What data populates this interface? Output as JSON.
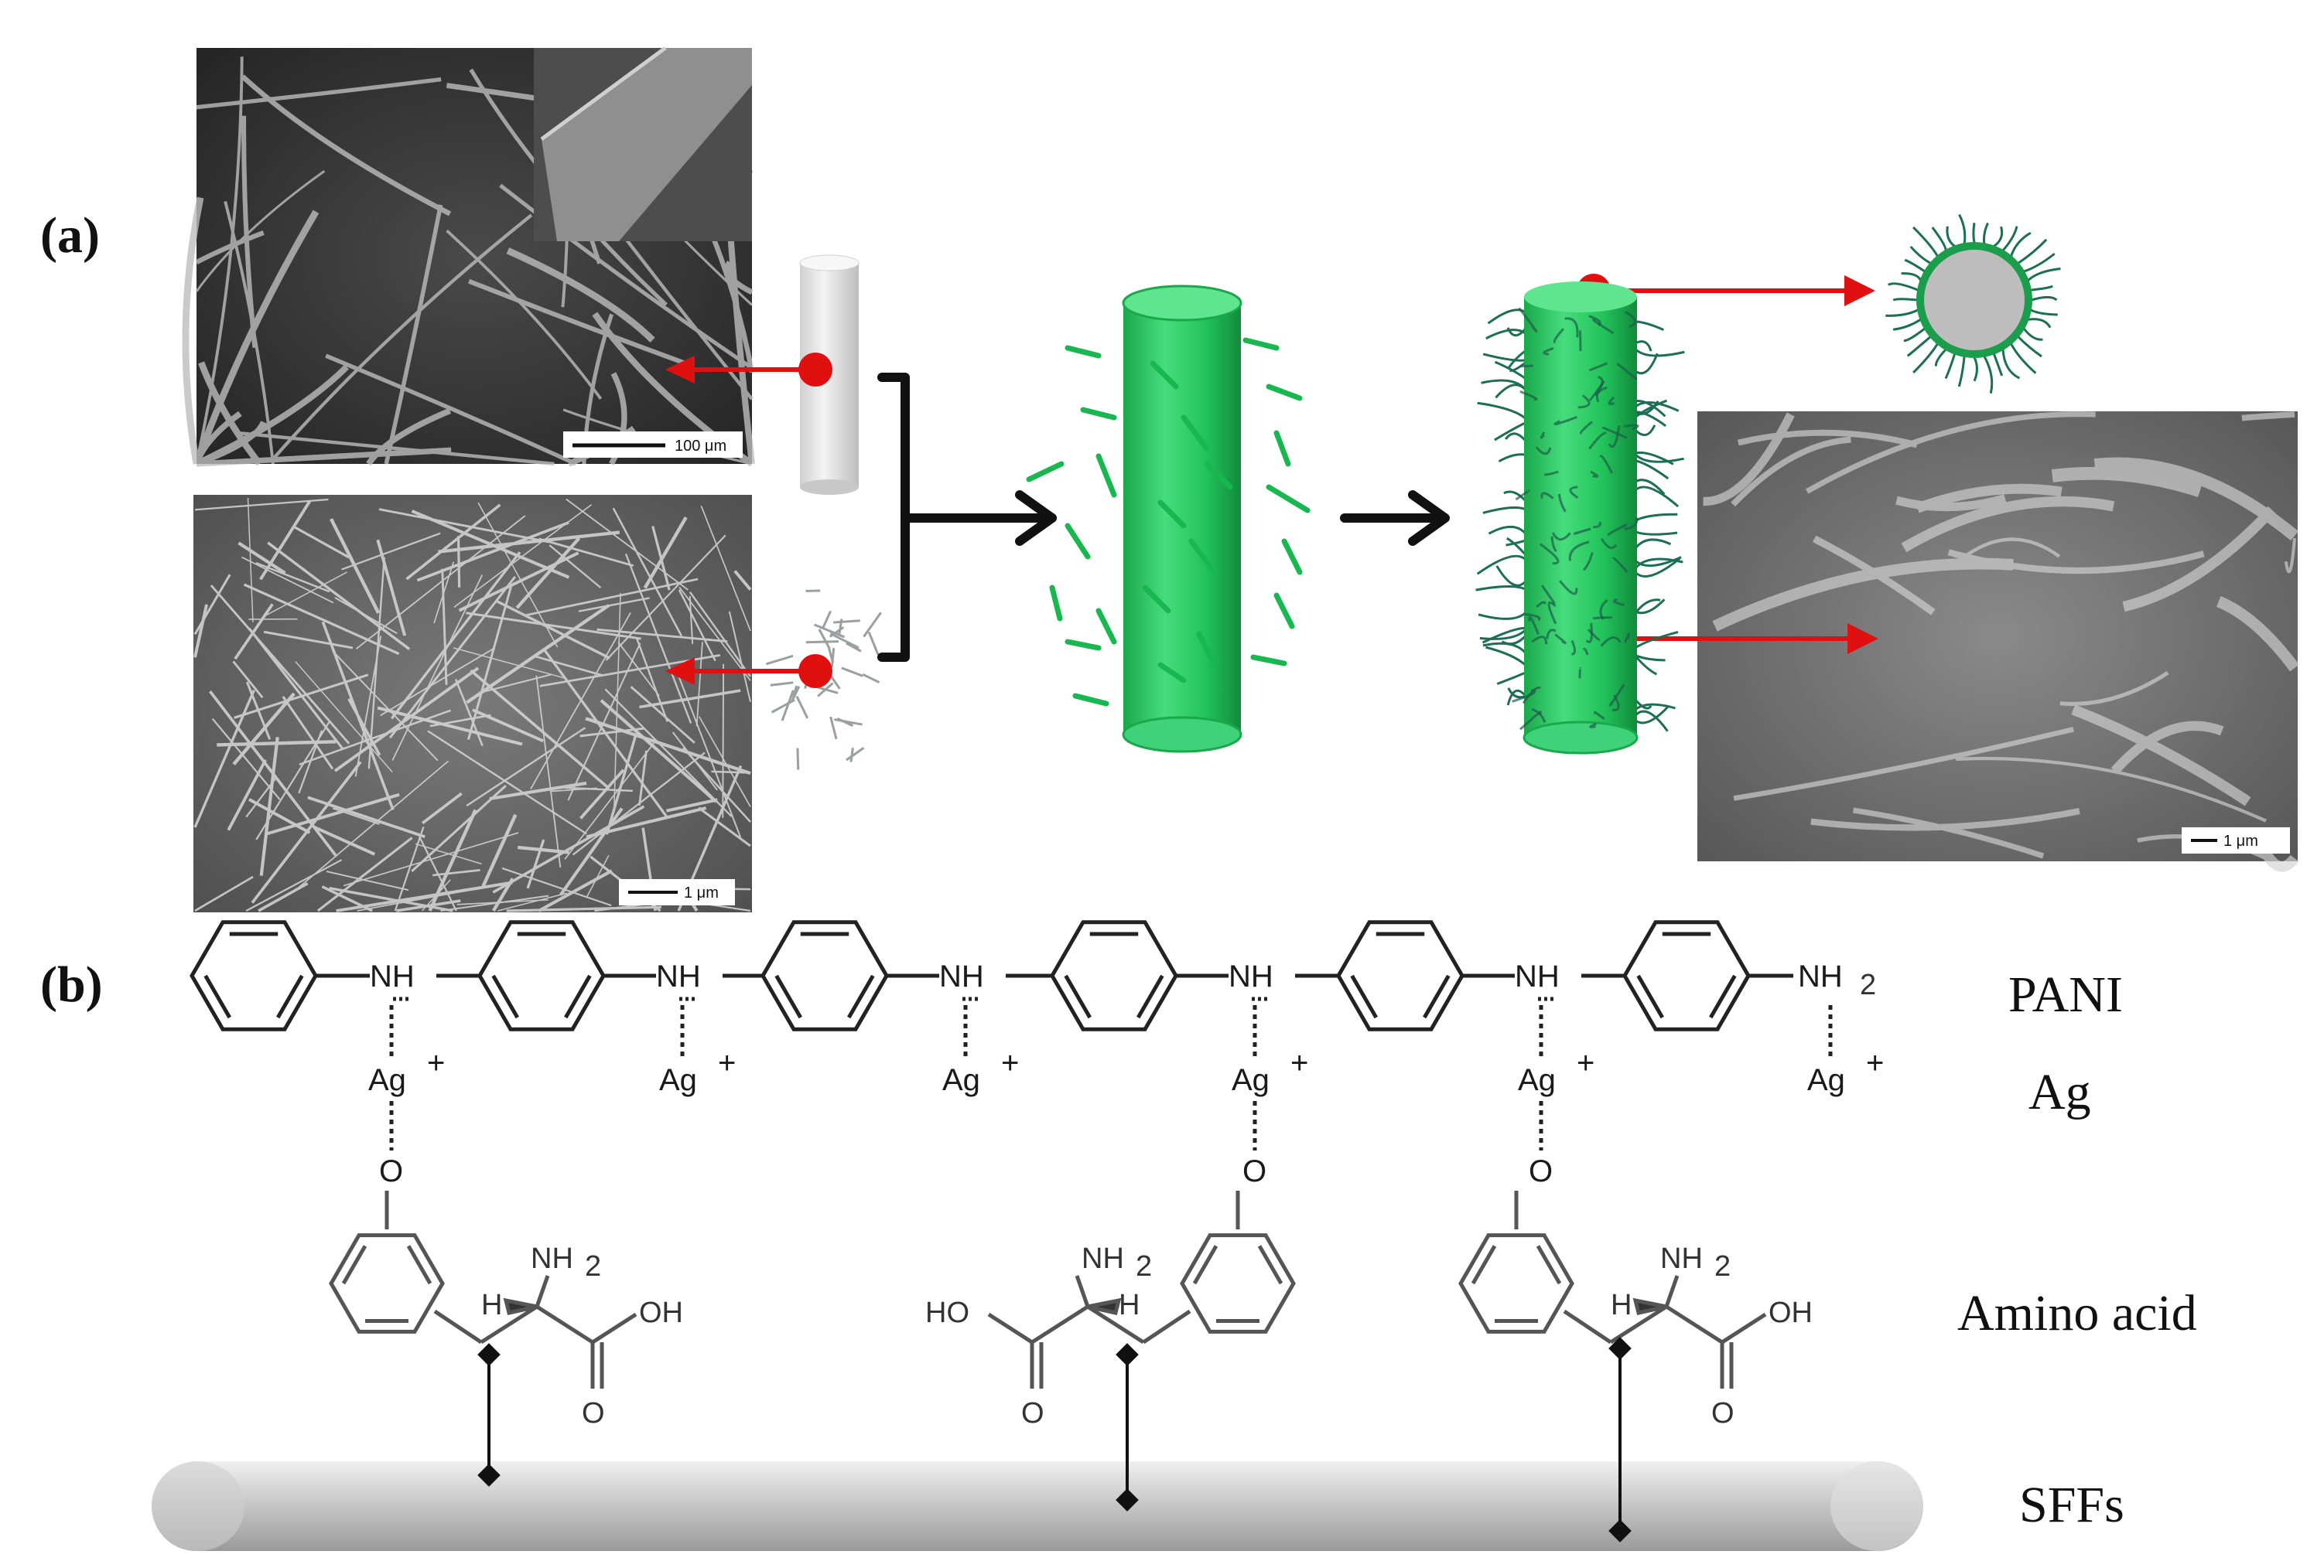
{
  "panels": {
    "a": "(a)",
    "b": "(b)"
  },
  "sem": {
    "fiber_scale": "100 μm",
    "nanorod_scale": "1 μm",
    "composite_scale": "1 μm"
  },
  "chemistry": {
    "nh": "NH",
    "nh2": "NH",
    "nh2_sub": "2",
    "ag": "Ag",
    "plus": "+",
    "o": "O",
    "h": "H",
    "oh": "OH",
    "ho": "HO",
    "carbonyl_o": "O"
  },
  "side_labels": {
    "pani": "PANI",
    "ag": "Ag",
    "amino_acid": "Amino acid",
    "sffs": "SFFs"
  },
  "colors": {
    "arrow_red": "#e11010",
    "dot_red": "#e11010",
    "green_fiber": "#22c35a",
    "green_dark": "#0f8a3a",
    "black": "#111111",
    "sem_bg": "#3a3a3a"
  }
}
